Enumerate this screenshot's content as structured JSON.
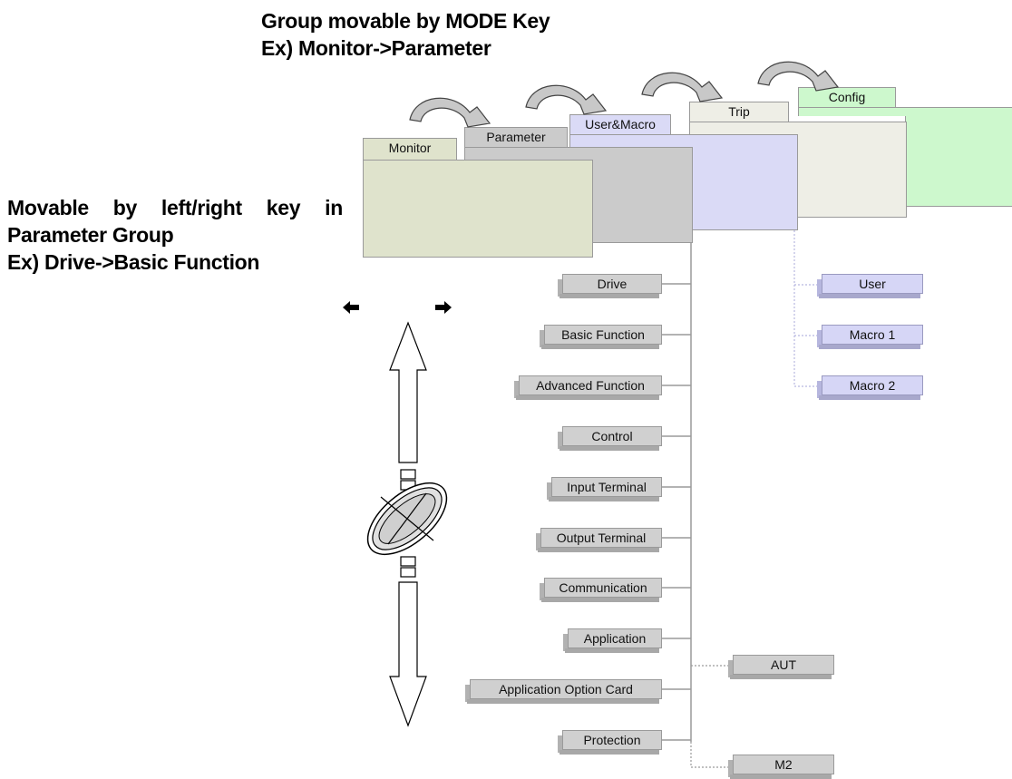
{
  "headings": {
    "mode_line1": "Group movable by MODE Key",
    "mode_line2": "Ex) Monitor->Parameter",
    "side_line1": "Movable by left/right key in",
    "side_line2": "Parameter Group",
    "side_line3": "Ex) Drive->Basic Function"
  },
  "groups": [
    {
      "label": "Monitor",
      "color": "#dfe3cc"
    },
    {
      "label": "Parameter",
      "color": "#cbcbcb"
    },
    {
      "label": "User&Macro",
      "color": "#dadaf6"
    },
    {
      "label": "Trip",
      "color": "#eeeee6"
    },
    {
      "label": "Config",
      "color": "#cdf8cd"
    }
  ],
  "parameter_items": [
    "Drive",
    "Basic Function",
    "Advanced Function",
    "Control",
    "Input Terminal",
    "Output Terminal",
    "Communication",
    "Application",
    "Application Option Card",
    "Protection"
  ],
  "user_macro_items": [
    "User",
    "Macro 1",
    "Macro 2"
  ],
  "sub_items": [
    "AUT",
    "M2"
  ]
}
